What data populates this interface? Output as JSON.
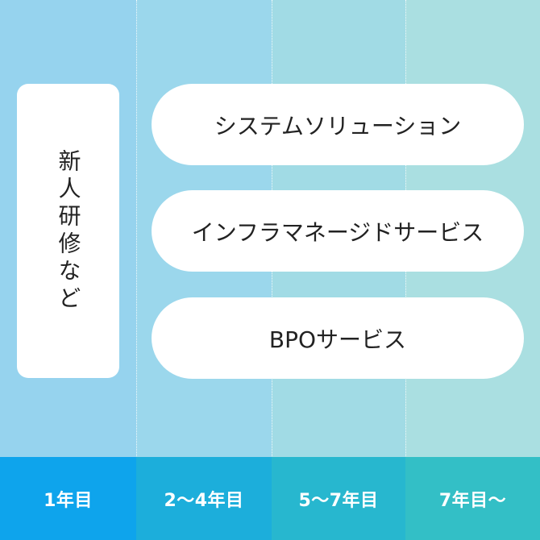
{
  "training": {
    "label": "新人研修など"
  },
  "services": [
    {
      "label": "システムソリューション"
    },
    {
      "label": "インフラマネージドサービス"
    },
    {
      "label": "BPOサービス"
    }
  ],
  "timeline": [
    {
      "label": "1年目"
    },
    {
      "label": "2〜4年目"
    },
    {
      "label": "5〜7年目"
    },
    {
      "label": "7年目〜"
    }
  ],
  "colors": {
    "column_backgrounds": [
      "#96d3ee",
      "#9bd7ec",
      "#a1dbe5",
      "#aadfe1"
    ],
    "footer_backgrounds": [
      "#0ea4ec",
      "#1caedb",
      "#27b7cf",
      "#33bfc6"
    ]
  }
}
